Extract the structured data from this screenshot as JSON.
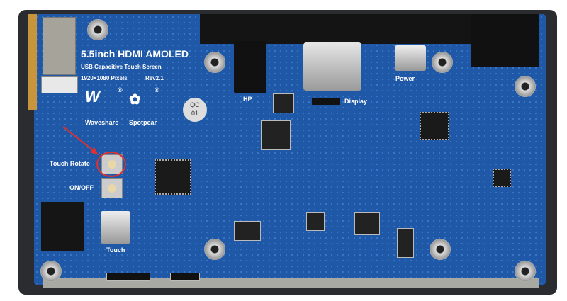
{
  "board": {
    "title": "5.5inch HDMI AMOLED",
    "subtitle": "USB Capacitive Touch Screen",
    "resolution": "1920×1080 Pixels",
    "revision": "Rev2.1",
    "brands": [
      "Waveshare",
      "Spotpear"
    ],
    "registered": "®",
    "qc_label": "QC",
    "qc_number": "01"
  },
  "labels": {
    "hp": "HP",
    "display": "Display",
    "power": "Power",
    "touch_rotate": "Touch Rotate",
    "on_off": "ON/OFF",
    "touch": "Touch"
  },
  "colors": {
    "pcb": "#1f58a6",
    "annotation": "#e03030"
  }
}
